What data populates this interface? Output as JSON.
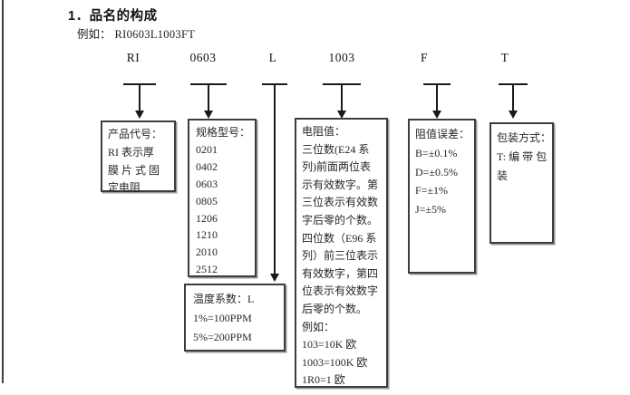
{
  "header": {
    "title": "1．品名的构成",
    "example_label": "例如：",
    "example_code": "RI0603L1003FT"
  },
  "code_parts": {
    "product": "RI",
    "size": "0603",
    "tcr": "L",
    "resistance": "1003",
    "tolerance": "F",
    "packaging": "T"
  },
  "boxes": {
    "product_code": {
      "lines": [
        "产品代号：",
        "RI 表示厚",
        "膜 片 式 固",
        "定电阻"
      ]
    },
    "spec_size": {
      "lines": [
        "规格型号：",
        "0201",
        "0402",
        "0603",
        "0805",
        "1206",
        "1210",
        "2010",
        "2512"
      ]
    },
    "temp_coefficient": {
      "lines": [
        "温度系数：L",
        "1%=100PPM",
        "5%=200PPM"
      ]
    },
    "resistance_value": {
      "lines": [
        "电阻值：",
        "三位数(E24 系",
        "列)前面两位表",
        "示有效数字。第",
        "三位表示有效数",
        "字后零的个数。",
        "四位数（E96 系",
        "列）前三位表示",
        "有效数字，第四",
        "位表示有效数字",
        "后零的个数。",
        "例如：",
        "103=10K 欧",
        "1003=100K 欧",
        "1R0=1 欧"
      ]
    },
    "tolerance": {
      "lines": [
        "阻值误差：",
        "B=±0.1%",
        "D=±0.5%",
        "F=±1%",
        "J=±5%"
      ]
    },
    "packaging": {
      "lines": [
        "包装方式：",
        "T: 编 带 包",
        "装"
      ]
    }
  },
  "colors": {
    "text": "#26262e",
    "box_border": "#3d3d3d",
    "arrow": "#1a1a1a"
  }
}
